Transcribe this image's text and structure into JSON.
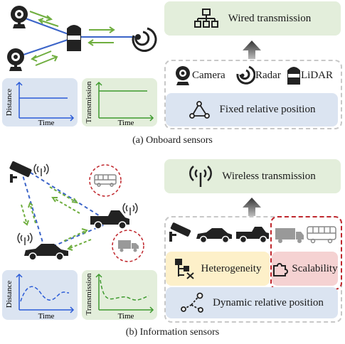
{
  "top": {
    "wired_label": "Wired transmission",
    "sensors": {
      "camera": "Camera",
      "radar": "Radar",
      "lidar": "LiDAR"
    },
    "fixed_label": "Fixed relative position",
    "distance_chart": {
      "ylabel": "Distance",
      "xlabel": "Time"
    },
    "transmission_chart": {
      "ylabel": "Transmission",
      "xlabel": "Time"
    },
    "caption": "(a) Onboard sensors"
  },
  "bottom": {
    "wireless_label": "Wireless transmission",
    "heterogeneity_label": "Heterogeneity",
    "scalability_label": "Scalability",
    "dynamic_label": "Dynamic relative position",
    "distance_chart": {
      "ylabel": "Distance",
      "xlabel": "Time"
    },
    "transmission_chart": {
      "ylabel": "Transmission",
      "xlabel": "Time"
    },
    "caption": "(b) Information sensors"
  },
  "colors": {
    "panel_green": "#e3eedb",
    "panel_blue": "#dbe4f1",
    "panel_yellow": "#fdf0c9",
    "panel_red": "#f5d2d2",
    "link_blue": "#3b64c8",
    "arrow_green": "#6fae3f",
    "dashed_red": "#c0272d"
  }
}
